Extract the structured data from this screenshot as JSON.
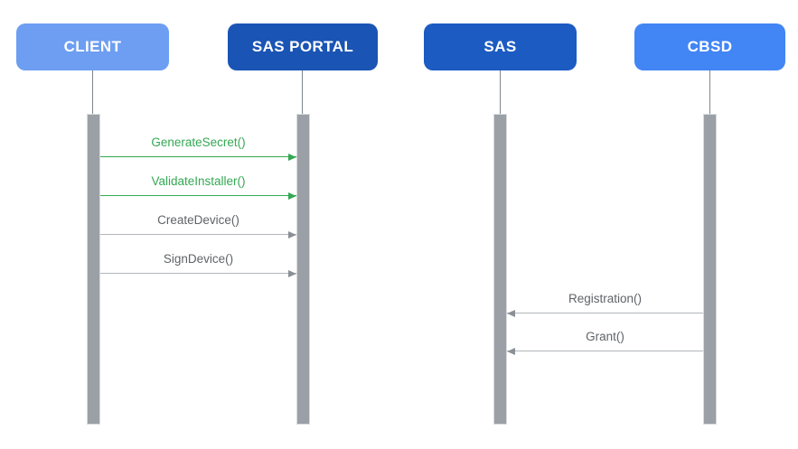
{
  "diagram": {
    "type": "sequence-diagram",
    "actors": [
      {
        "id": "client",
        "label": "CLIENT",
        "color": "#6D9EF1"
      },
      {
        "id": "sas-portal",
        "label": "SAS PORTAL",
        "color": "#1A54B4"
      },
      {
        "id": "sas",
        "label": "SAS",
        "color": "#1C5BC2"
      },
      {
        "id": "cbsd",
        "label": "CBSD",
        "color": "#4285F4"
      }
    ],
    "messages": [
      {
        "label": "GenerateSecret()",
        "from": "CLIENT",
        "to": "SAS PORTAL",
        "direction": "right",
        "color": "#34A853"
      },
      {
        "label": "ValidateInstaller()",
        "from": "CLIENT",
        "to": "SAS PORTAL",
        "direction": "right",
        "color": "#34A853"
      },
      {
        "label": "CreateDevice()",
        "from": "CLIENT",
        "to": "SAS PORTAL",
        "direction": "right",
        "color": "#5F6368"
      },
      {
        "label": "SignDevice()",
        "from": "CLIENT",
        "to": "SAS PORTAL",
        "direction": "right",
        "color": "#5F6368"
      },
      {
        "label": "Registration()",
        "from": "CBSD",
        "to": "SAS",
        "direction": "left",
        "color": "#5F6368"
      },
      {
        "label": "Grant()",
        "from": "CBSD",
        "to": "SAS",
        "direction": "left",
        "color": "#5F6368"
      }
    ],
    "colors": {
      "background": "#FFFFFF",
      "activation_bar": "#9AA0A6",
      "lifeline": "#80868B",
      "green_message": "#34A853",
      "gray_message_text": "#5F6368",
      "gray_message_line": "#B2B6BB",
      "actor_text": "#FFFFFF"
    }
  }
}
